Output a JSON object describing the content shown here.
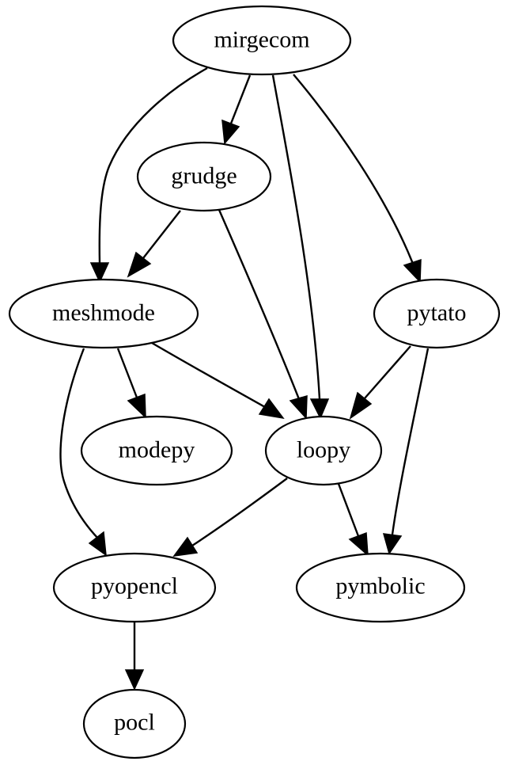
{
  "diagram": {
    "type": "directed-dependency-graph",
    "colors": {
      "stroke": "#000000",
      "fill": "#ffffff",
      "text": "#000000",
      "background": "#ffffff"
    },
    "nodes": {
      "mirgecom": {
        "label": "mirgecom"
      },
      "grudge": {
        "label": "grudge"
      },
      "meshmode": {
        "label": "meshmode"
      },
      "pytato": {
        "label": "pytato"
      },
      "modepy": {
        "label": "modepy"
      },
      "loopy": {
        "label": "loopy"
      },
      "pyopencl": {
        "label": "pyopencl"
      },
      "pymbolic": {
        "label": "pymbolic"
      },
      "pocl": {
        "label": "pocl"
      }
    },
    "edges": [
      {
        "from": "mirgecom",
        "to": "meshmode"
      },
      {
        "from": "mirgecom",
        "to": "grudge"
      },
      {
        "from": "mirgecom",
        "to": "loopy"
      },
      {
        "from": "mirgecom",
        "to": "pytato"
      },
      {
        "from": "grudge",
        "to": "meshmode"
      },
      {
        "from": "grudge",
        "to": "loopy"
      },
      {
        "from": "meshmode",
        "to": "pyopencl"
      },
      {
        "from": "meshmode",
        "to": "modepy"
      },
      {
        "from": "meshmode",
        "to": "loopy"
      },
      {
        "from": "pytato",
        "to": "loopy"
      },
      {
        "from": "pytato",
        "to": "pymbolic"
      },
      {
        "from": "loopy",
        "to": "pyopencl"
      },
      {
        "from": "loopy",
        "to": "pymbolic"
      },
      {
        "from": "pyopencl",
        "to": "pocl"
      }
    ]
  }
}
